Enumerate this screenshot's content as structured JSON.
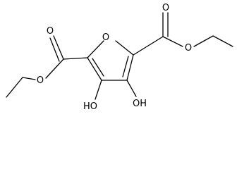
{
  "atoms": {
    "ring_oxygen": "O",
    "ester_left_carbonyl_o": "O",
    "ester_left_ether_o": "O",
    "ester_right_carbonyl_o": "O",
    "ester_right_ether_o": "O",
    "hydroxyl_left": "HO",
    "hydroxyl_right": "OH"
  }
}
